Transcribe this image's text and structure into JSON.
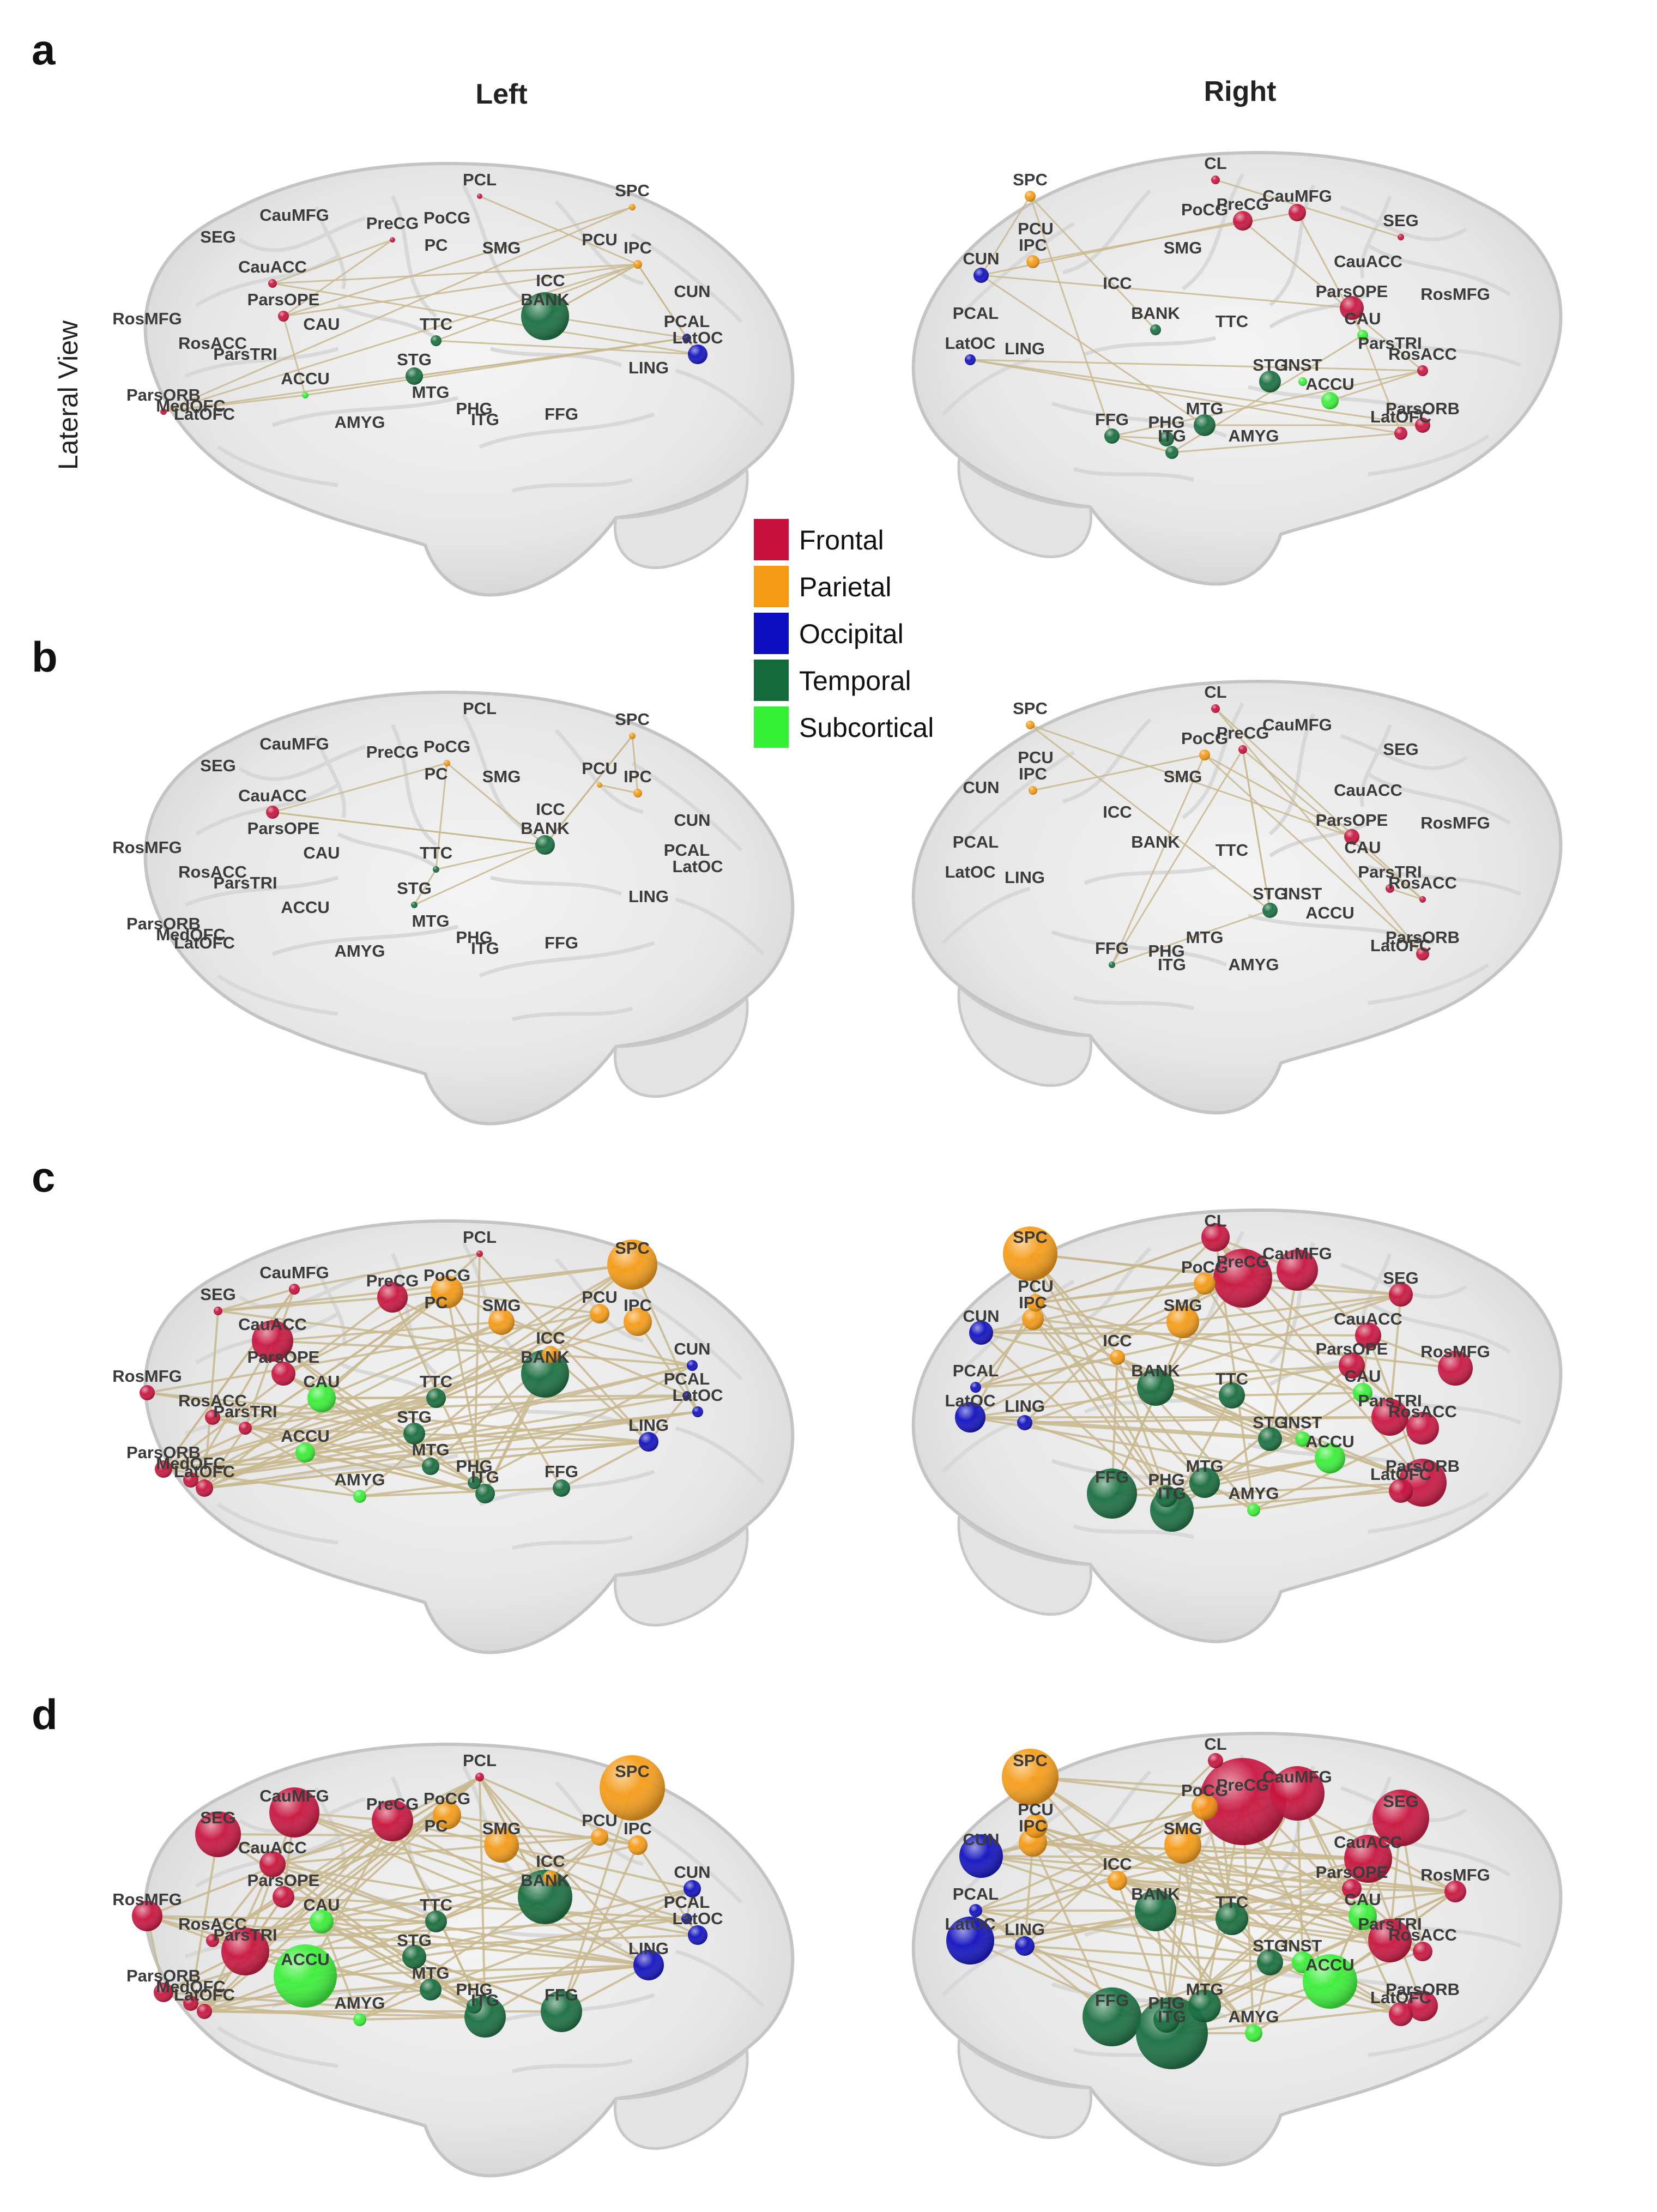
{
  "header": {
    "column_left": "Left",
    "column_right": "Right",
    "row_label": "Lateral View"
  },
  "panels": [
    {
      "letter": "a"
    },
    {
      "letter": "b"
    },
    {
      "letter": "c"
    },
    {
      "letter": "d"
    }
  ],
  "legend": [
    {
      "label": "Frontal",
      "color": "#c8103c"
    },
    {
      "label": "Parietal",
      "color": "#f59a12"
    },
    {
      "label": "Occipital",
      "color": "#0c0cc0"
    },
    {
      "label": "Temporal",
      "color": "#136b3c"
    },
    {
      "label": "Subcortical",
      "color": "#35f035"
    }
  ],
  "left_labels": [
    "PCL",
    "SPC",
    "CauMFG",
    "PreCG",
    "PoCG",
    "SEG",
    "PC",
    "SMG",
    "PCU",
    "IPC",
    "CauACC",
    "ICC",
    "CUN",
    "ParsOPE",
    "BANK",
    "RosMFG",
    "CAU",
    "PCAL",
    "LatOC",
    "RosACC",
    "ParsTRI",
    "TTC",
    "ACCU",
    "STG",
    "LING",
    "ParsORB",
    "MedOFC",
    "LatOFC",
    "MTG",
    "PHG",
    "ITG",
    "FFG",
    "AMYG"
  ],
  "right_labels": [
    "CL",
    "SPC",
    "PoCG",
    "PreCG",
    "CauMFG",
    "SEG",
    "PCU",
    "IPC",
    "SMG",
    "CUN",
    "CauACC",
    "ICC",
    "ParsOPE",
    "RosMFG",
    "PCAL",
    "BANK",
    "TTC",
    "CAU",
    "ParsTRI",
    "LatOC",
    "LING",
    "RosACC",
    "STG",
    "INST",
    "ACCU",
    "ParsORB",
    "FFG",
    "PHG",
    "MTG",
    "ITG",
    "AMYG",
    "LatOFC"
  ]
}
